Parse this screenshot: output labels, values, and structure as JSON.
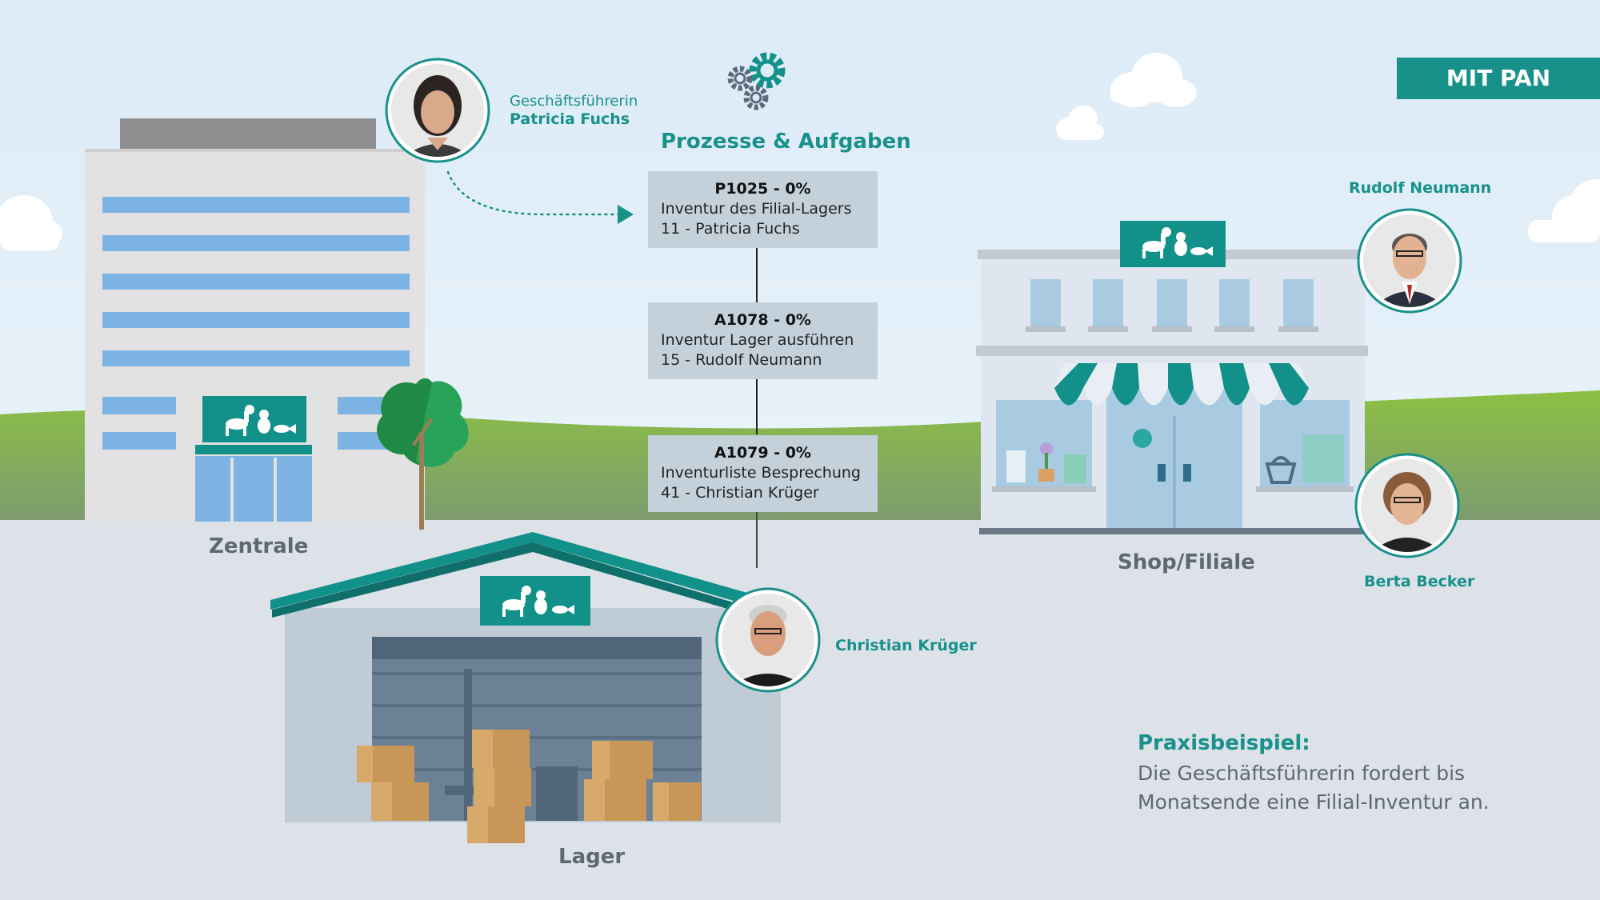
{
  "badge": "MIT PAN",
  "header": {
    "title": "Prozesse & Aufgaben",
    "icon": "gears-icon"
  },
  "people": {
    "patricia": {
      "role": "Geschäftsführerin",
      "name": "Patricia Fuchs"
    },
    "rudolf": {
      "name": "Rudolf Neumann"
    },
    "berta": {
      "name": "Berta Becker"
    },
    "christian": {
      "name": "Christian Krüger"
    }
  },
  "tasks": [
    {
      "id": "P1025 - 0%",
      "title": "Inventur des Filial-Lagers",
      "assignee": "11 - Patricia Fuchs"
    },
    {
      "id": "A1078 - 0%",
      "title": "Inventur Lager ausführen",
      "assignee": "15 - Rudolf Neumann"
    },
    {
      "id": "A1079 - 0%",
      "title": "Inventurliste Besprechung",
      "assignee": "41 - Christian Krüger"
    }
  ],
  "buildings": {
    "hq": "Zentrale",
    "shop": "Shop/Filiale",
    "warehouse": "Lager"
  },
  "example": {
    "label": "Praxisbeispiel:",
    "line1": "Die Geschäftsführerin fordert bis",
    "line2": "Monatsende eine Filial-Inventur an."
  },
  "colors": {
    "accent": "#17918a",
    "sky": "#dcebf7",
    "grass": "#8cbf44",
    "ground": "#dde2e8"
  }
}
